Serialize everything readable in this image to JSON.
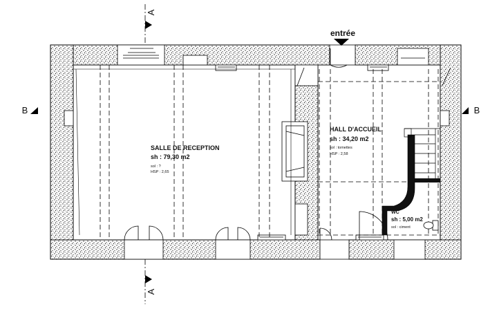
{
  "entrance_label": "entrée",
  "section_markers": {
    "a_top": "A",
    "a_bottom": "A",
    "b_left": "B",
    "b_right": "B"
  },
  "rooms": {
    "reception": {
      "name": "SALLE DE RECEPTION",
      "area": "sh : 79,30 m2",
      "floor": "sol : ?",
      "hsp": "HSP : 2,65"
    },
    "hall": {
      "name": "HALL D'ACCUEIL",
      "area": "sh : 34,20 m2",
      "floor": "sol : tomettes",
      "hsp": "HSP : 2,58"
    },
    "wc": {
      "name": "WC",
      "area": "sh : 5,00 m2",
      "floor": "sol : ciment"
    }
  }
}
